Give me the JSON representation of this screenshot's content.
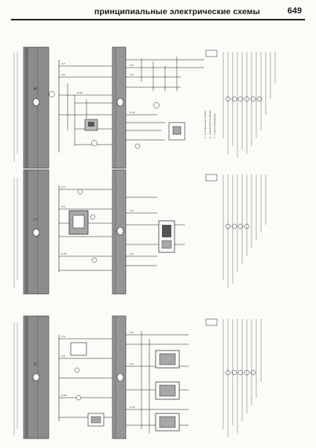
{
  "header": {
    "title": "принципиальные электрические схемы",
    "page_number": "649"
  },
  "panels": [
    {
      "id": "panel-top",
      "bus_label": "B"
    },
    {
      "id": "panel-middle",
      "bus_label": "C"
    },
    {
      "id": "panel-bottom",
      "bus_label": "D"
    }
  ]
}
